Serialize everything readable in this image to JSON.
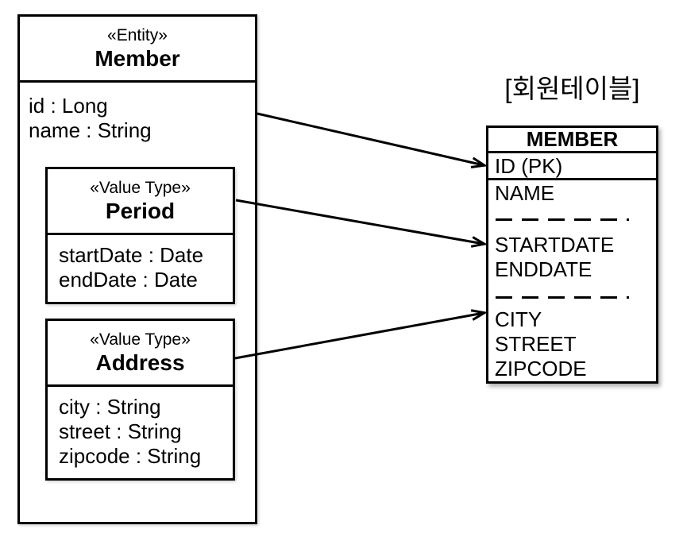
{
  "entity": {
    "stereotype": "«Entity»",
    "name": "Member",
    "attributes": [
      "id : Long",
      "name : String"
    ],
    "value_types": [
      {
        "stereotype": "«Value Type»",
        "name": "Period",
        "attributes": [
          "startDate : Date",
          "endDate : Date"
        ]
      },
      {
        "stereotype": "«Value Type»",
        "name": "Address",
        "attributes": [
          "city : String",
          "street : String",
          "zipcode : String"
        ]
      }
    ]
  },
  "table": {
    "caption": "[회원테이블]",
    "title": "MEMBER",
    "primary_key_row": "ID (PK)",
    "rows": [
      "NAME",
      "STARTDATE",
      "ENDDATE",
      "CITY",
      "STREET",
      "ZIPCODE"
    ]
  },
  "connections": [
    {
      "from": "Member attributes",
      "to": "ID (PK)"
    },
    {
      "from": "Period",
      "to": "STARTDATE / ENDDATE"
    },
    {
      "from": "Address",
      "to": "CITY / STREET / ZIPCODE"
    }
  ],
  "colors": {
    "stroke": "#000000",
    "background": "#ffffff"
  }
}
